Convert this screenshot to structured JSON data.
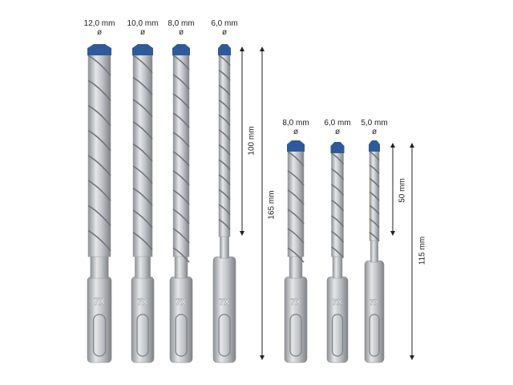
{
  "bits": [
    {
      "diameter": "12,0 mm",
      "symbol": "ø",
      "marking": "7X"
    },
    {
      "diameter": "10,0 mm",
      "symbol": "ø",
      "marking": "7X"
    },
    {
      "diameter": "8,0 mm",
      "symbol": "ø",
      "marking": "7X"
    },
    {
      "diameter": "6,0 mm",
      "symbol": "ø",
      "marking": "7X"
    },
    {
      "diameter": "8,0 mm",
      "symbol": "ø",
      "marking": "7X"
    },
    {
      "diameter": "6,0 mm",
      "symbol": "ø",
      "marking": "7X"
    },
    {
      "diameter": "5,0 mm",
      "symbol": "ø",
      "marking": "7X"
    }
  ],
  "dimensions": {
    "long_working": "100 mm",
    "long_total": "165 mm",
    "short_working": "50 mm",
    "short_total": "115 mm"
  },
  "colors": {
    "tip": "#2f5a99",
    "steel": "#b9bcc0",
    "arrow": "#222222"
  }
}
